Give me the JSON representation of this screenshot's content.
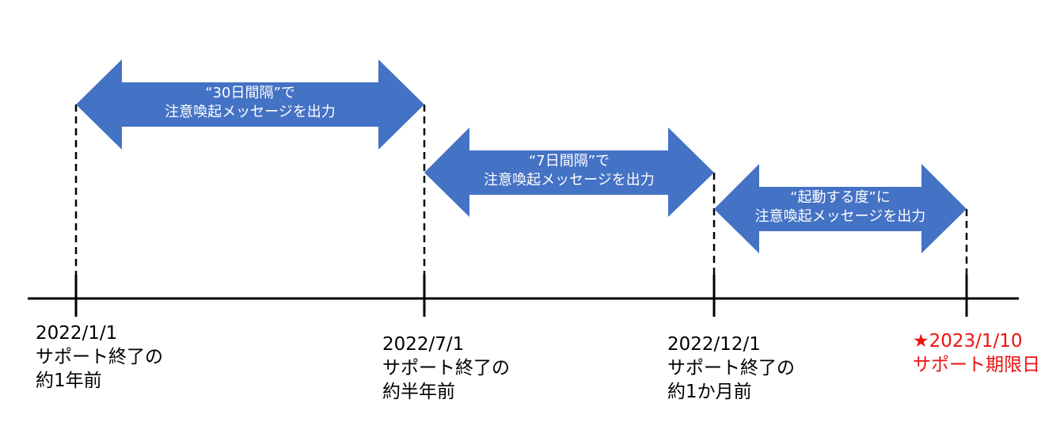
{
  "colors": {
    "arrow": "#4472c4",
    "line": "#000000",
    "deadline": "#ee1111"
  },
  "arrows": [
    {
      "line1": "“30日間隔”で",
      "line2": "注意喚起メッセージを出力"
    },
    {
      "line1": "“7日間隔”で",
      "line2": "注意喚起メッセージを出力"
    },
    {
      "line1": "“起動する度”に",
      "line2": "注意喚起メッセージを出力"
    }
  ],
  "milestones": [
    {
      "date": "2022/1/1",
      "line1": "サポート終了の",
      "line2": "約1年前"
    },
    {
      "date": "2022/7/1",
      "line1": "サポート終了の",
      "line2": "約半年前"
    },
    {
      "date": "2022/12/1",
      "line1": "サポート終了の",
      "line2": "約1か月前"
    },
    {
      "date": "★2023/1/10",
      "line1": "サポート期限日"
    }
  ]
}
